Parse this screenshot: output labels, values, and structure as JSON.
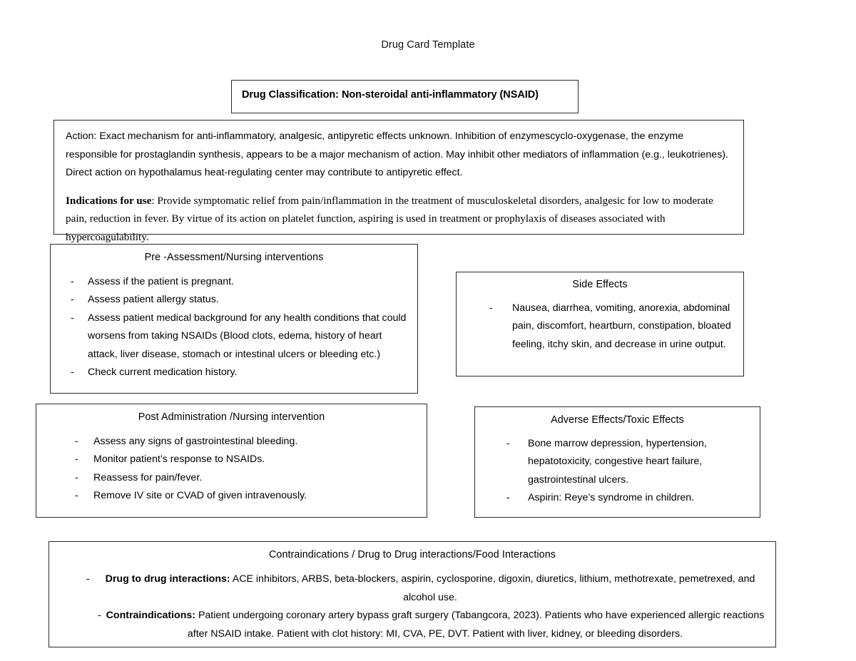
{
  "document": {
    "title": "Drug Card Template"
  },
  "classification": {
    "text": "Drug Classification: Non-steroidal anti-inflammatory (NSAID)"
  },
  "action": {
    "action_label": "Action:",
    "action_text": " Exact mechanism for anti-inflammatory, analgesic, antipyretic effects unknown. Inhibition of enzymescyclo-oxygenase, the enzyme responsible for prostaglandin synthesis, appears to be a major mechanism of action. May inhibit other mediators of inflammation (e.g., leukotrienes). Direct action on hypothalamus heat-regulating center may contribute to antipyretic effect.",
    "indications_label": "Indications for use",
    "indications_text": ": Provide symptomatic relief from pain/inflammation in the treatment of musculoskeletal disorders, analgesic for low to moderate pain, reduction in fever. By virtue of its action on platelet function, aspiring is used in treatment or prophylaxis of diseases associated with hypercoagulability."
  },
  "pre_assessment": {
    "title": "Pre -Assessment/Nursing interventions",
    "items": [
      "Assess if the patient is pregnant.",
      "Assess patient allergy status.",
      "Assess patient medical background for any health conditions that could worsens from taking NSAIDs (Blood clots, edema, history of heart attack, liver disease, stomach or intestinal ulcers or bleeding etc.)",
      "Check current medication history."
    ]
  },
  "side_effects": {
    "title": "Side Effects",
    "items": [
      "Nausea, diarrhea, vomiting, anorexia, abdominal pain, discomfort, heartburn, constipation, bloated feeling, itchy skin, and decrease in urine output."
    ]
  },
  "post_administration": {
    "title": "Post Administration /Nursing intervention",
    "items": [
      "Assess any signs of gastrointestinal bleeding.",
      "Monitor patient’s response to NSAIDs.",
      "Reassess for pain/fever.",
      "Remove IV site or CVAD of given intravenously."
    ]
  },
  "adverse_effects": {
    "title": "Adverse Effects/Toxic Effects",
    "items": [
      "Bone marrow depression, hypertension, hepatotoxicity, congestive heart failure, gastrointestinal ulcers.",
      "Aspirin: Reye’s syndrome in children."
    ]
  },
  "contraindications": {
    "title": "Contraindications / Drug to Drug interactions/Food Interactions",
    "drug_interactions_label": "Drug to drug interactions:",
    "drug_interactions_text": " ACE inhibitors, ARBS, beta-blockers, aspirin, cyclosporine, digoxin, diuretics, lithium, methotrexate, pemetrexed, and alcohol use.",
    "contraindications_label": "Contraindications:",
    "contraindications_text": " Patient undergoing coronary artery bypass graft surgery (Tabangcora, 2023). Patients who have experienced allergic reactions after NSAID intake. Patient with clot history: MI, CVA, PE, DVT. Patient with liver, kidney, or bleeding disorders."
  },
  "colors": {
    "page_background": "#ffffff",
    "text": "#000000",
    "border": "#2b2b2b"
  }
}
